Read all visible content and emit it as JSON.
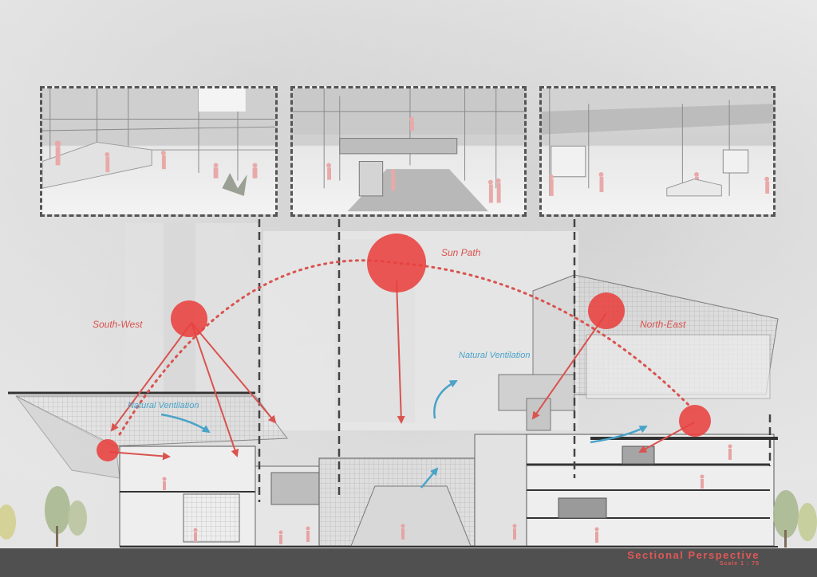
{
  "labels": {
    "sun_path": "Sun Path",
    "south_west": "South-West",
    "north_east": "North-East",
    "natural_ventilation": "Natural Ventilation"
  },
  "title_block": {
    "title": "Sectional Perspective",
    "scale": "Scale 1 : 75"
  },
  "colors": {
    "sun": "#e8413f",
    "sun_path": "#d9534f",
    "ventilation": "#4aa3c8",
    "frame": "#555555",
    "bar": "#505050"
  },
  "icons": {
    "tree": "tree-icon",
    "figure": "person-figure-icon"
  }
}
